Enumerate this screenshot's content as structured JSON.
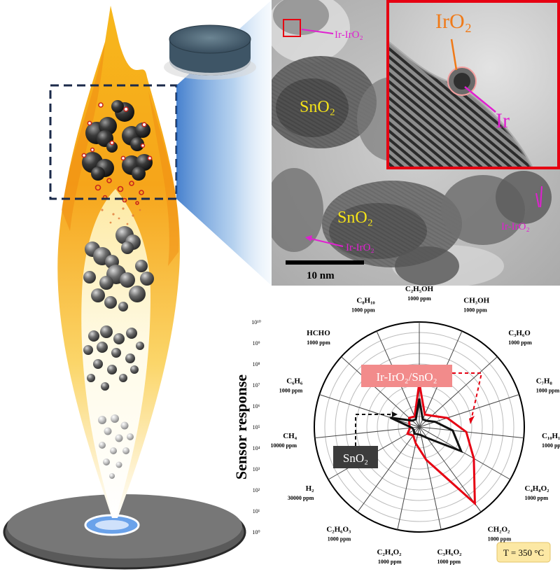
{
  "tem": {
    "main": {
      "sno2_a": "SnO₂",
      "sno2_b": "SnO₂",
      "ir_iro2_a": "Ir-IrO₂",
      "ir_iro2_b": "Ir-IrO₂",
      "ir_iro2_c": "Ir-IrO₂",
      "scale": "10 nm"
    },
    "inset": {
      "iro2": "IrO₂",
      "ir": "Ir"
    }
  },
  "chart_data": {
    "type": "radar",
    "ylabel": "Sensor response",
    "temperature_note": "T = 350 °C",
    "radial_ticks": [
      "10⁰",
      "10¹",
      "10²",
      "10³",
      "10⁴",
      "10⁵",
      "10⁶",
      "10⁷",
      "10⁸",
      "10⁹",
      "10¹⁰"
    ],
    "axes": [
      {
        "gas": "C₂H₅OH",
        "conc": "1000 ppm"
      },
      {
        "gas": "CH₃OH",
        "conc": "1000 ppm"
      },
      {
        "gas": "C₃H₆O",
        "conc": "1000 ppm"
      },
      {
        "gas": "C₇H₈",
        "conc": "1000 ppm"
      },
      {
        "gas": "C₁₀H₁₆O₂",
        "conc": "1000 ppm"
      },
      {
        "gas": "C₄H₈O₂",
        "conc": "1000 ppm"
      },
      {
        "gas": "CH₂O₂",
        "conc": "1000 ppm"
      },
      {
        "gas": "C₃H₆O₂",
        "conc": "1000 ppm"
      },
      {
        "gas": "C₂H₄O₂",
        "conc": "1000 ppm"
      },
      {
        "gas": "C₂H₆O₃",
        "conc": "1000 ppm"
      },
      {
        "gas": "H₂",
        "conc": "30000 ppm"
      },
      {
        "gas": "CH₄",
        "conc": "10000 ppm"
      },
      {
        "gas": "C₆H₆",
        "conc": "1000 ppm"
      },
      {
        "gas": "HCHO",
        "conc": "1000 ppm"
      },
      {
        "gas": "C₈H₁₀",
        "conc": "1000 ppm"
      }
    ],
    "series": [
      {
        "name": "Ir-IrO₂/SnO₂",
        "color": "#e60012",
        "values": [
          4.2,
          1.3,
          1.6,
          2.8,
          4.5,
          6.0,
          9.0,
          3.2,
          1.6,
          1.0,
          1.3,
          0.9,
          1.0,
          1.3,
          1.1
        ]
      },
      {
        "name": "SnO₂",
        "color": "#111111",
        "values": [
          2.7,
          0.8,
          0.9,
          1.6,
          3.2,
          4.6,
          1.3,
          0.8,
          0.7,
          0.8,
          0.6,
          0.7,
          2.9,
          0.9,
          0.8
        ]
      }
    ],
    "rmax": 10
  }
}
